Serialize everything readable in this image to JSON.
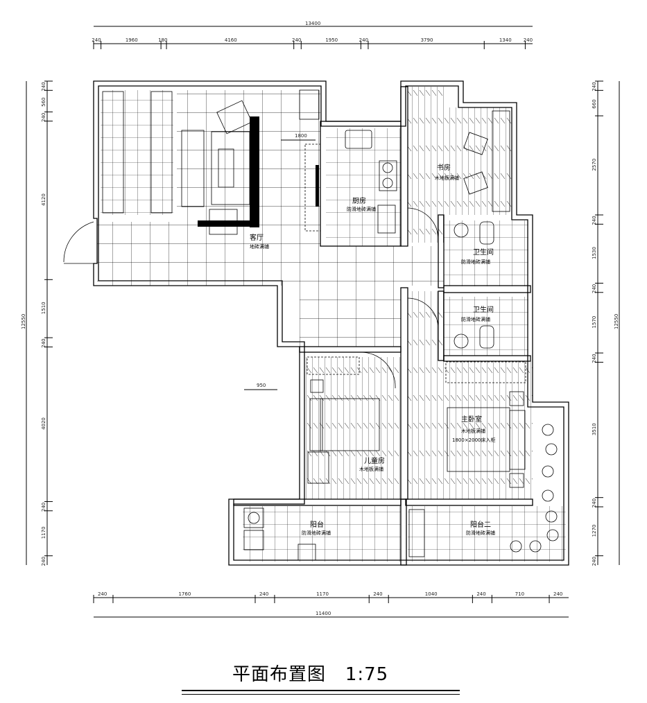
{
  "drawing": {
    "title": "平面布置图",
    "scale": "1:75"
  },
  "dimensions": {
    "top_total": "13400",
    "top": [
      "240",
      "1960",
      "180",
      "4160",
      "240",
      "1950",
      "240",
      "3790",
      "1340",
      "240"
    ],
    "bottom_total": "11400",
    "bottom": [
      "240",
      "1760",
      "240",
      "1170",
      "240",
      "1040",
      "240",
      "710",
      "240"
    ],
    "left_total": "12550",
    "left": [
      "240",
      "560",
      "240",
      "4120",
      "1510",
      "240",
      "4020",
      "240",
      "1170",
      "240"
    ],
    "right_total": "12550",
    "right": [
      "240",
      "660",
      "2570",
      "240",
      "1530",
      "240",
      "1570",
      "240",
      "3510",
      "240",
      "1270",
      "240"
    ],
    "inner_tv": "1800",
    "inner_corridor": "950"
  },
  "rooms": {
    "living": {
      "name": "客厅",
      "floor": "地砖满铺"
    },
    "kitchen": {
      "name": "厨房",
      "floor": "防滑地砖满铺"
    },
    "study": {
      "name": "书房",
      "floor": "木地板满铺"
    },
    "bath1": {
      "name": "卫生间",
      "floor": "防滑地砖满铺"
    },
    "bath2": {
      "name": "卫生间",
      "floor": "防滑地砖满铺"
    },
    "master": {
      "name": "主卧室",
      "floor": "木地板满铺",
      "note": "1800×2000床入柜"
    },
    "kids": {
      "name": "儿童房",
      "floor": "木地板满铺"
    },
    "balcony1": {
      "name": "阳台",
      "floor": "防滑地砖满铺"
    },
    "balcony2": {
      "name": "阳台二",
      "floor": "防滑地砖满铺"
    }
  }
}
